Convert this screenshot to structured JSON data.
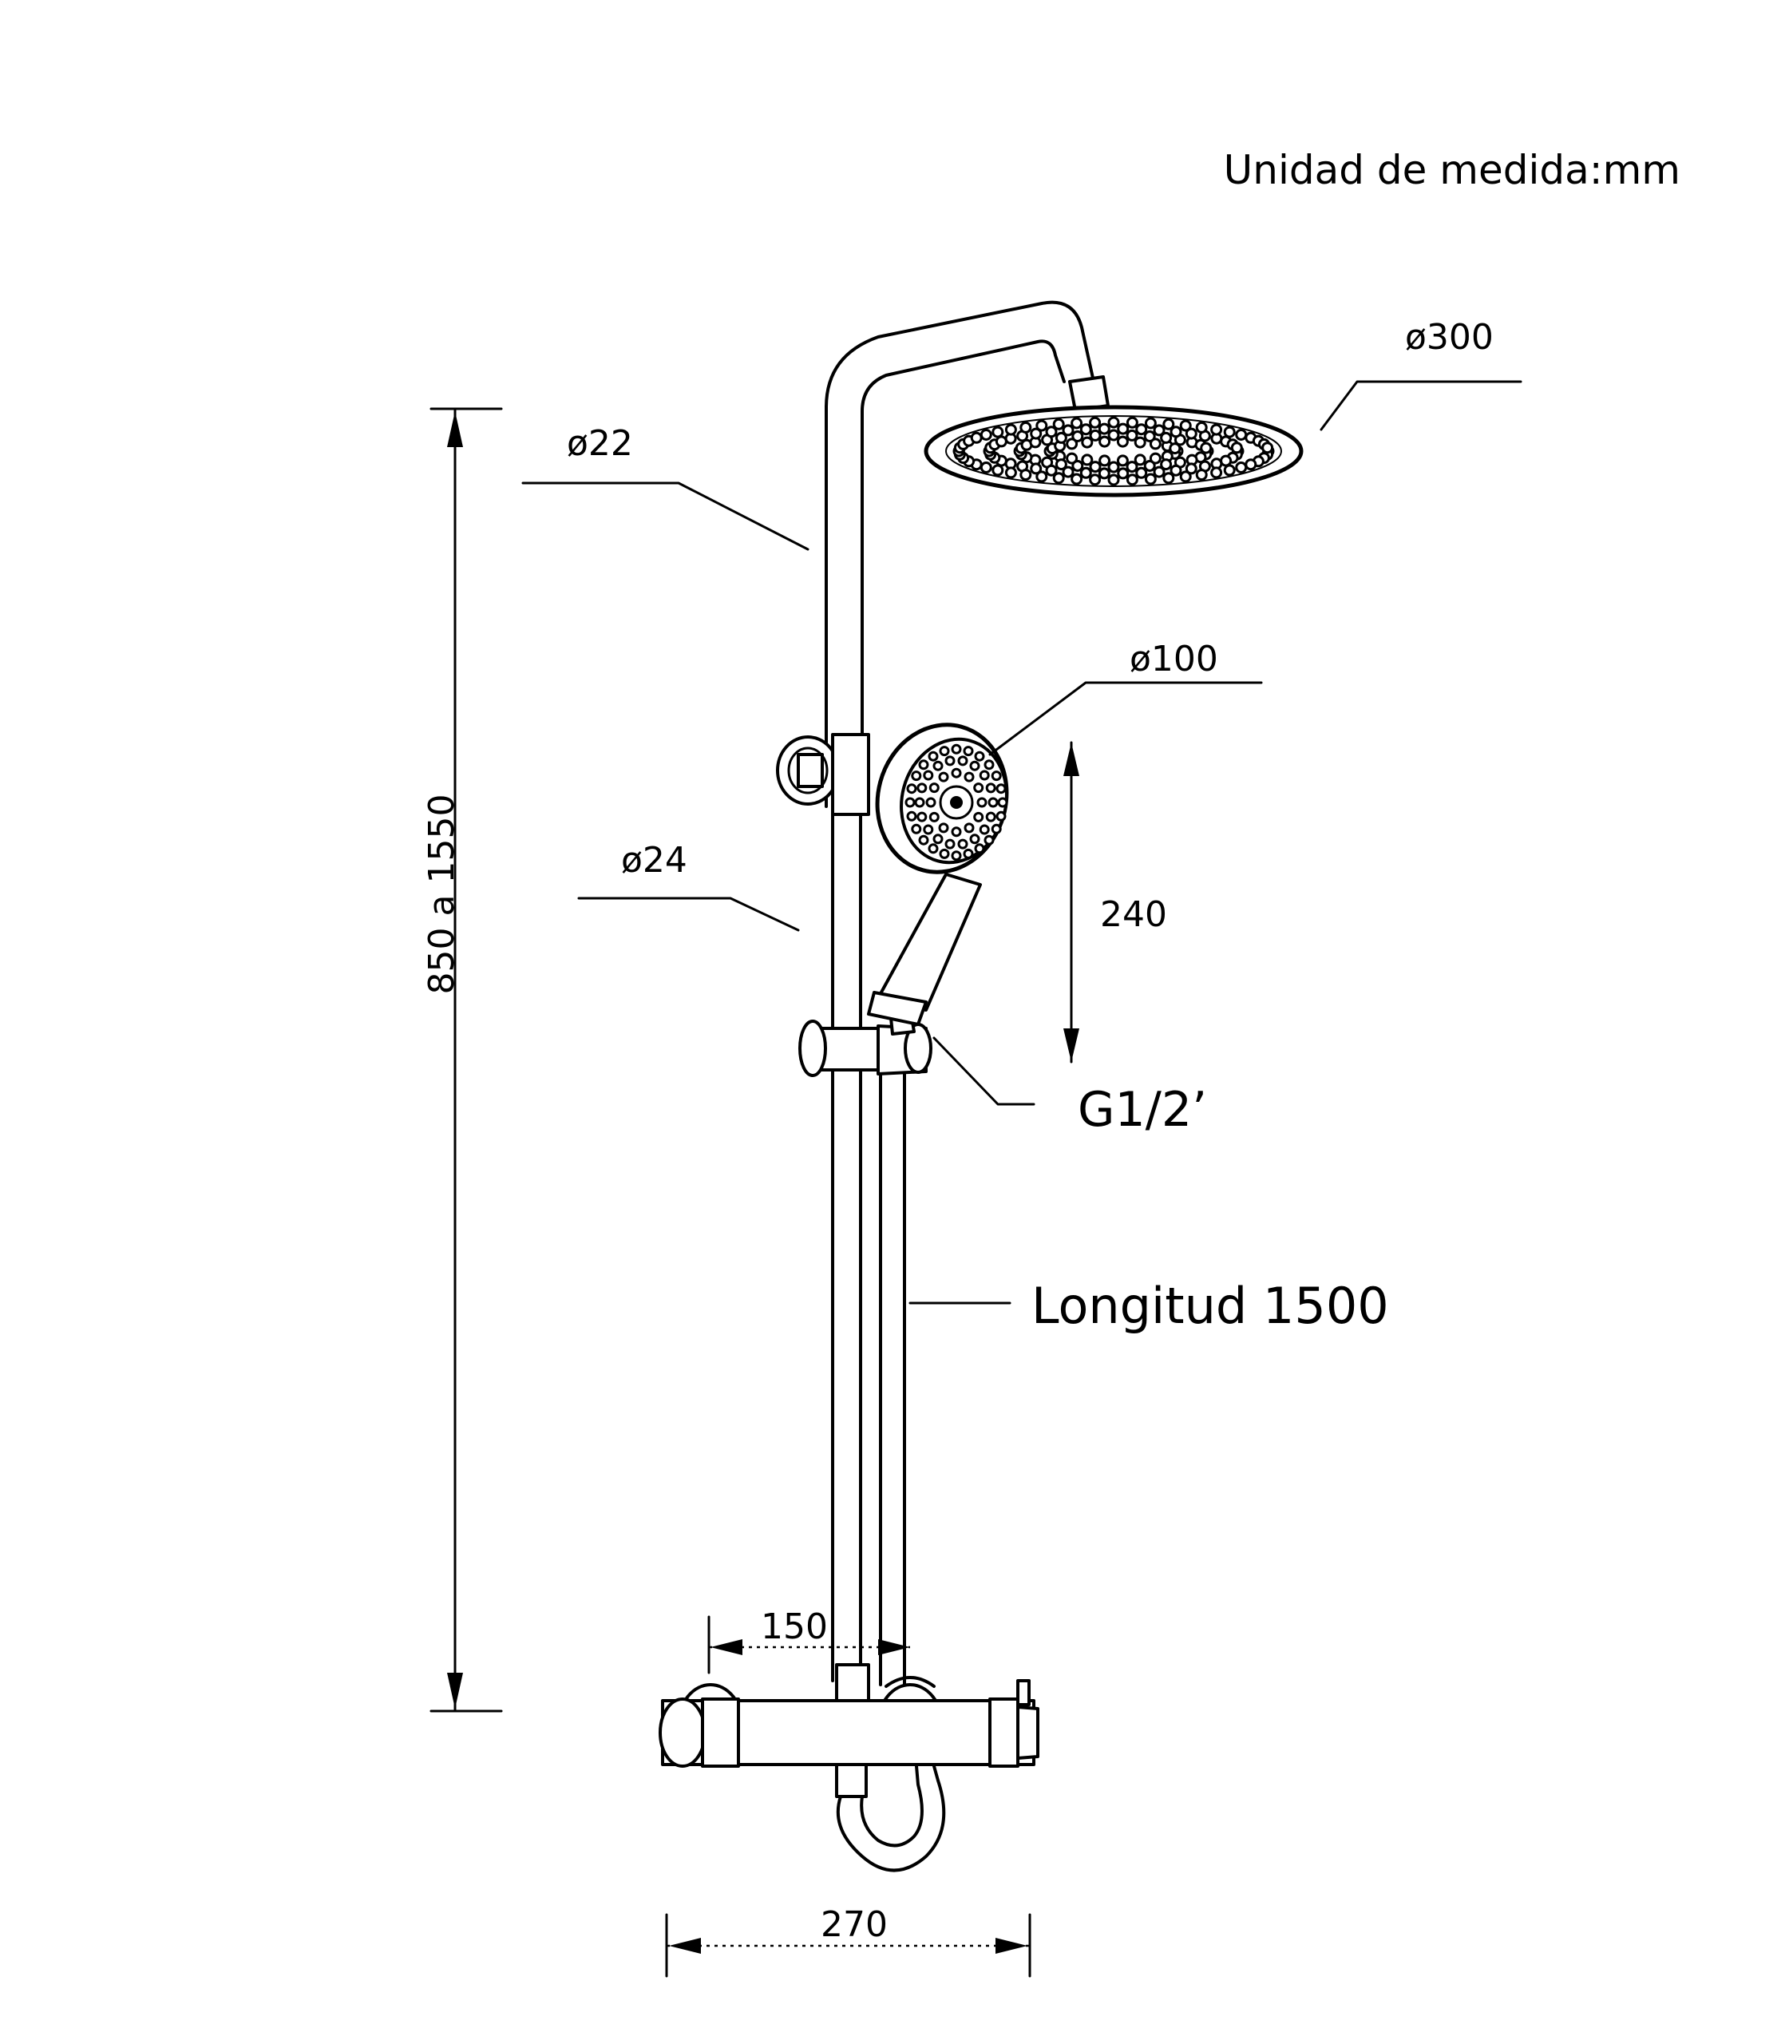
{
  "labels": {
    "units": "Unidad  de  medida:mm",
    "d300": "ø300",
    "d22": "ø22",
    "d100": "ø100",
    "d24": "ø24",
    "h240": "240",
    "thread": "G1/2’",
    "hose": "Longitud  1500",
    "height": "850 a 1550",
    "w150": "150",
    "w270": "270"
  },
  "colors": {
    "line": "#000000",
    "background": "#ffffff"
  }
}
